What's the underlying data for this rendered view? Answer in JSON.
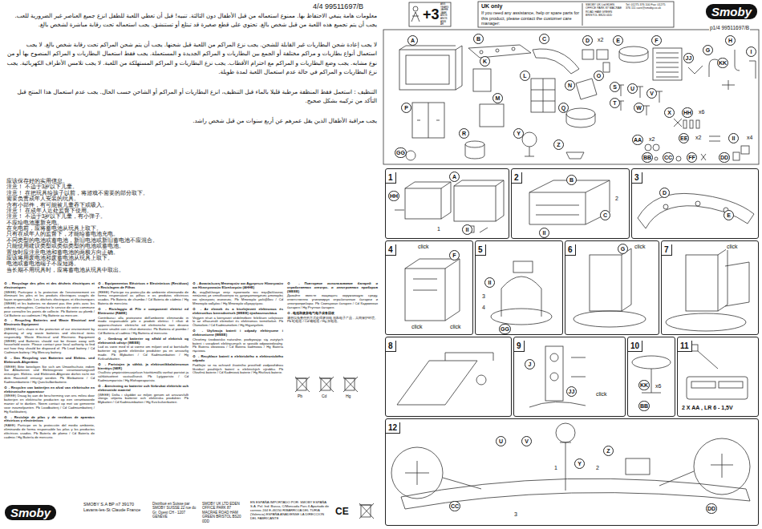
{
  "diagram": {
    "nodes": [
      {
        "text": [
          "1"
        ]
      },
      {
        "text": [
          "2"
        ]
      },
      {
        "text": [
          "3"
        ]
      },
      {
        "text": [
          "4"
        ]
      },
      {
        "text": [
          "5"
        ]
      },
      {
        "text": [
          "6"
        ]
      },
      {
        "text": [
          "7"
        ]
      },
      {
        "text": [
          "8"
        ]
      },
      {
        "text": [
          "9"
        ]
      },
      {
        "text": [
          "10"
        ]
      },
      {
        "text": [
          "11"
        ]
      },
      {
        "text": [
          "12"
        ]
      }
    ],
    "labels": [
      "4/4 99511697/B",
      "معلومات هامة ينبغي الاحتفاظ بها. ممنوع استعماله من قبل الأطفال دون الثالثة. تنبيه! قبل أن تعطي اللعبة للطفل انزع جميع العناصر غير الضرورية للعب. يجب أن يتم تجميع هذه اللعبة من قبل شخص بالغ. تحتوي على قطع صغيرة قد تبتلع أو تستنشق. يجب استعماله تحت رقابة مباشرة لشخص بالغ.",
      "لا يجب إعادة شحن البطاريات غير القابلة للشحن. يجب نزع المراكم من اللعبة قبل شحنها. يجب أن يتم شحن المراكم تحت رقابة شخص بالغ. لا يجب استعمال أنواع بطاريات و مراكم مختلفة أو الجمع بين البطاريات و المراكم الجديدة و المستعملة. يجب فقط استعمال البطاريات و المراكم المنصوح بها أو من نوع مشابه. يجب وضع البطاريات و المراكم مع احترام الأقطاب. يجب نزع البطاريات و المراكم المستهلكة من اللعبة. لا يجب تلامس الأطراف الكهربائية. يجب نزع البطاريات و المراكم في حالة عدم استعمال اللعبة لمدة طويلة.",
      "التنظيف : استعمل فقط المنظفة مرطبة قليلا بالماء قبل التنظيف، انزع البطاريات أو المراكم أو الشاحن حسب الحال. يجب عدم استعمال هذا المنتج قبل التأكد من تركيبه بشكل صحيح.",
      "يجب مراقبة الأطفال الذين يقل عمرهم عن أربع سنوات من قبل شخص راشد.",
      "应该保存好的实用信息。",
      "注意！ 不适于3岁以下儿童。",
      "注意！ 在把玩具给孩子以前，将游戏不需要的部分取下。",
      "需要负责成年人安装的玩具。",
      "含有小部件，有可能被儿童吞下或吸入。",
      "注意！ 在成年人近处监督下使用。",
      "注意！ 不适于3岁以下儿童，有小弹子。",
      "不应给电池重新充电。",
      "在充电前，应将蓄电池从玩具上取下。",
      "只有在成年人的监督下，才能给蓄电池充电。",
      "不同类型的电池或蓄电池，新旧电池或新旧蓄电池不应混合。",
      "只能使用建议类型或类似类型的电池或蓄电池。",
      "置放时应注意电池和蓄电池的两极方向正确。",
      "应该将用废电池和废蓄电池从玩具上取下。",
      "电池或蓄电池端子不应短路。",
      "当长期不用玩具时，应将蓄电池从玩具中取出。",
      "♻ - Recyclage des piles et des déchets électriques et électroniques",
      "(WEEE) Participez à la protection de l'environnement en éliminant les piles et les produits électriques usagés de façon responsable. Les déchets électriques et électroniques (WEEE) et les batteries ne doivent pas être jetés avec les ordures ménagères. Contactez le service de votre commune pour connaître les points de collecte. Pb Batterie au plomb / Cd Batterie au cadmium / Hg Batterie au mercure.",
      "♻ - Recycling Batteries and Waste Electrical and Electronic Equipment",
      "(WEEE) Let's share in the protection of our environment by disposing of any waste batteries and electrical items responsibly. Waste Electrical and Electronic Equipment (WEEE) and Batteries should not be thrown away with household waste. Please contact your local authority to find out how they should be disposed of. Pb Lead battery / Cd Cadmium battery / Hg Mercury battery.",
      "♻ - Das Recycling von Batterien und Elektro- und Elektronik-Altgeräten",
      "(WEEE) Bitte beteiligen Sie sich am Umweltschutz, indem Sie Altbatterien und Elektrogeräte verantwortungsvoll entsorgen. Elektro- und Elektronik-Altgeräte dürfen nicht mit dem Hausmüll entsorgt werden. Pb Bleibatterie / Cd Kadmiumbatterie / Hg Quecksilberbatterie.",
      "♻ - Recyclen van batterijen en afval van elektrische en elektronische apparatuur",
      "(WEEE) Draag bij aan de bescherming van ons milieu door batterijen en elektrische producten op een verantwoorde manier af te danken. Neem contact op met uw gemeente voor inzamelpunten. Pb Loodbatterij / Cd Cadmiumbatterij / Hg Kwikbatterij.",
      "♻ - Reciclaje de pilas y de residuos de aparatos eléctricos y electrónicos",
      "(RAEE) Participe en la protección del medio ambiente, eliminando de forma responsable las pilas y los productos eléctricos usados. Pb Batería de plomo / Cd Batería de cadmio / Hg Batería de mercurio.",
      "♻ - Equipamentos Eléctricos e Electrónicos (Resíduos) e Reciclagem de Pilhas",
      "(REEE) Participe na protecção do ambiente eliminando de forma responsável as pilhas e os produtos eléctricos usados. Pb Bateria de chumbo / Cd Bateria de cádmio / Hg Bateria de mercúrio.",
      "♻ - Riciclaggio di Pile e componenti elettrici ed Elettronici (RAEE)",
      "Contribuisci alla protezione dell'ambiente eliminando in modo responsabile pile e prodotti elettrici. I rifiuti di apparecchiature elettriche ed elettroniche non devono essere smaltiti con i rifiuti domestici. Pb Batteria al piombo / Cd Batteria al cadmio / Hg Batteria al mercurio.",
      "♻ - Genbrug af batterier og affald af elektrisk og elektronisk udstyr (WEEE)",
      "Lad os være med til at værne om miljøet ved at bortskaffe batterier og gamle elektriske produkter på en ansvarlig måde. Pb Blybatteri / Cd Kadmiumbatteri / Hg Kviksølvbatteri.",
      "♻ - Paristojen ja sähkö- ja elektroniikkalaiteromun kierrätys (SER)",
      "Osallistu ympäristönsuojeluun hävittämällä vanhat paristot ja sähkötuotteet vastuullisesti. Pb Lyijyparisto / Cd Kadmiumparisto / Hg Elohopeaparisto.",
      "♻ - Återvinning av batterier och förbrukat elektriskt och elektroniskt material",
      "(WEEE) Delta i skyddet av miljön genom att ansvarsfullt slänga uttjänta batterier och elektriska produkter. Pb Blybatteri / Cd Kadmiumbatteri / Hg Kvicksilverbatteri.",
      "♻ - Ανακύκλωση Μπαταριών και Αχρηστων Ηλεκτρικών και Ηλεκτρονικών Εξοπλισμών (ΑΗΗΕ)",
      "Ας συμβάλλουμε στην προστασία του περιβάλλοντος πετώντας με υπευθυνότητα τις χρησιμοποιημένες μπαταρίες και ηλεκτρικές συσκευές. Pb Μπαταρία μολύβδου / Cd Μπαταρία καδμίου / Hg Μπαταρία υδραργύρου.",
      "♻ - Az elemek és a kiselejtezett elektromos és elektronikus berendezések (WEEE) újrahasznosítása",
      "Vegyen részt a környezet védelmében: felelősen selejtezze le az elhasznált elemeket és elektromos termékeket. Pb Ólomelem / Cd Kadmiumelem / Hg Higanyelem.",
      "♻ - Utylizacja baterii i odpady elektryczne i elektroniczne (WEEE)",
      "Chrońmy środowisko naturalne, pozbywając się zużytych baterii i urządzeń elektrycznych w sposób odpowiedzialny. Pb Bateria ołowiowa / Cd Bateria kadmowa / Hg Bateria rtęciowa.",
      "♻ - Recyklace baterií a elektrického a elektronického odpadu",
      "Podílejte se na ochraně životního prostředí zodpovědnou likvidací použitých baterií a elektrických výrobků. Pb Olověná baterie / Cd Kadmiová baterie / Hg Rtuťová baterie.",
      "♻ - Повторное использование батарей и отработанных электро- и электронных приборов (WEEE)",
      "Давайте вместе защищать окружающую среду, ответственно утилизируя отработанные батареи и электроприборы. Pb Свинцовая батарея / Cd Кадмиевая батарея / Hg Ртутная батарея.",
      "♻ - 电池和废弃电气电子设备回收",
      "请您以负责任的方式处理废旧电池和电子产品，共同保护环境。Pb 铅电池 / Cd 镉电池 / Hg 汞电池。",
      "Pb",
      "Cd",
      "Hg",
      "Smoby",
      "SMOBY S.A  BP n7 39170 Lavans-les-St Claude France",
      "Distribué en Suisse par SMOBY SUISSE 22 rue du Gr. Ouest CH - 1207 GENÈVE",
      "SMOBY UK LTD EDEN OFFICE PARK 87 MACRAE ROAD HAM GREEN BRISTOL BS20 0DD",
      "EN ESPAÑA IMPORTADO POR: SMOBY ESPAÑA S.A. Pol. Ind. Bassa, C/Moncada Parc.6 Apartado de correos 244 E-46150 RIBARROJA DEL TURIA (Valencia) ESPAÑA ANADIENSE LA DIRECCION DEL FABRICANTE",
      "CE",
      "+3",
      "ANS YEARS JAHRE JAAR AÑOS ANOS ANNI ÅR",
      "UK only",
      "If you need any assistance, help or spare parts for this product, please contact the customer care manager:",
      "SMOBY UK Ltd EDEN OFFICE PARK 87 MACRAE ROAD HAM GREEN BRISTOL BS20 0DD",
      "Tel: 01275 376 100 Fax: 01275 376 111 care@smoby.co.uk",
      "Smoby",
      "p1/4 99511697/B",
      "A",
      "B",
      "C",
      "D",
      "E",
      "F",
      "G",
      "H",
      "I",
      "JJ",
      "KK",
      "K",
      "L",
      "M",
      "N",
      "O",
      "S",
      "T",
      "U",
      "V",
      "W",
      "X",
      "HH",
      "P",
      "Q",
      "R",
      "Y",
      "Z",
      "AA",
      "EE",
      "II",
      "BB",
      "CC",
      "FF",
      "DD",
      "GG",
      "x2",
      "x6",
      "x2",
      "x2",
      "x4",
      "HH",
      "A",
      "II",
      "B",
      "C",
      "II",
      "D",
      "E",
      "F",
      "II",
      "GG",
      "G",
      "J",
      "JJ",
      "KK",
      "BB",
      "CC",
      "DD",
      "Y",
      "Z",
      "U",
      "V",
      "click",
      "click",
      "click",
      "click",
      "click",
      "click",
      "1",
      "2",
      "3",
      "4",
      "x6",
      "1",
      "2",
      "3",
      "2 X AA , LR 6 - 1,5V"
    ]
  }
}
